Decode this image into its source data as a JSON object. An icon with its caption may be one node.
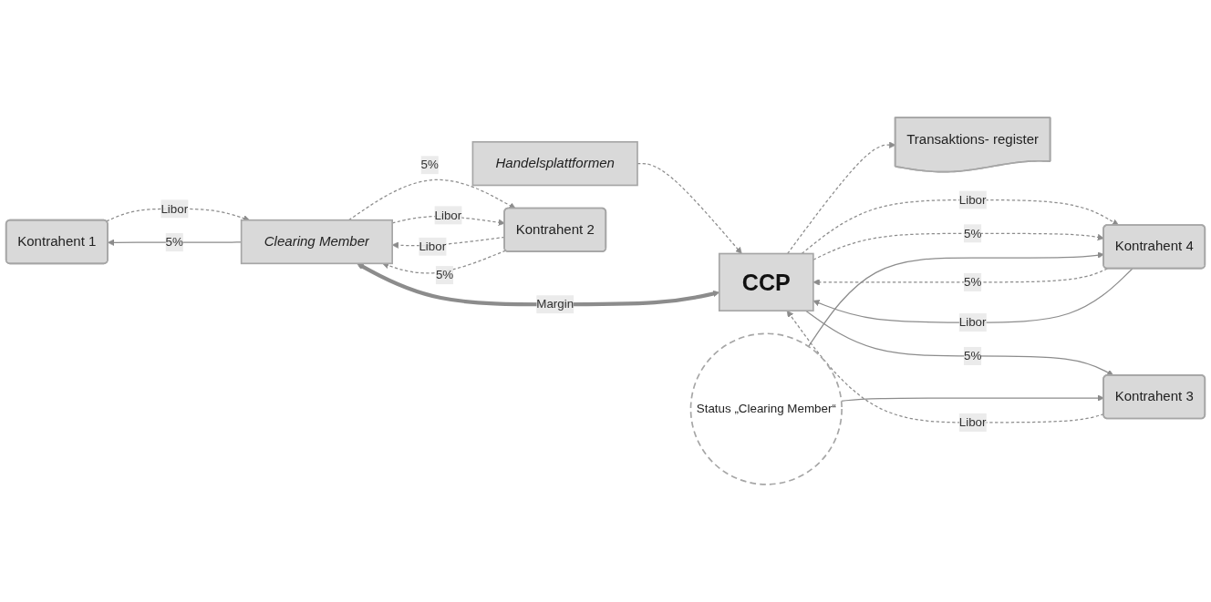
{
  "diagram": {
    "nodes": [
      {
        "text": [
          "Handelsplattformen"
        ]
      },
      {
        "text": [
          "Kontrahent 1"
        ]
      },
      {
        "text": [
          "Kontrahent 2"
        ]
      },
      {
        "text": [
          "Clearing Member"
        ]
      },
      {
        "text": [
          "CCP"
        ]
      },
      {
        "text": [
          "Kontrahent 3"
        ]
      },
      {
        "text": [
          "Kontrahent 4"
        ]
      },
      {
        "text": [
          "Status „Clearing Member“"
        ]
      },
      {
        "text": [
          "Transaktions- register"
        ]
      }
    ],
    "edges": [
      {
        "from": 0,
        "to": 4,
        "arrow": "to",
        "style": "dashed"
      },
      {
        "from": 1,
        "to": 3,
        "arrow": "to",
        "label": "Libor",
        "style": "dashed"
      },
      {
        "from": 3,
        "to": 1,
        "arrow": "to",
        "label": "5%"
      },
      {
        "from": 2,
        "to": 3,
        "arrow": "to",
        "label": "Libor",
        "style": "dashed"
      },
      {
        "from": 3,
        "to": 2,
        "arrow": "to",
        "label": "5%",
        "style": "dashed"
      },
      {
        "from": 2,
        "to": 3,
        "arrow": "to",
        "label": "5%",
        "style": "dashed"
      },
      {
        "from": 3,
        "to": 2,
        "arrow": "to",
        "label": "Libor",
        "style": "dashed"
      },
      {
        "from": 3,
        "to": 4,
        "arrow": "both",
        "label": "Margin",
        "style": "thick"
      },
      {
        "from": 4,
        "to": 5,
        "arrow": "to",
        "label": "5%"
      },
      {
        "from": 5,
        "to": 4,
        "arrow": "to",
        "label": "Libor",
        "style": "dashed"
      },
      {
        "from": 4,
        "to": 6,
        "arrow": "to",
        "label": "Libor",
        "style": "dashed"
      },
      {
        "from": 6,
        "to": 4,
        "arrow": "to",
        "label": "5%",
        "style": "dashed"
      },
      {
        "from": 4,
        "to": 6,
        "arrow": "to",
        "label": "5%",
        "style": "dashed"
      },
      {
        "from": 6,
        "to": 4,
        "arrow": "to",
        "label": "Libor"
      },
      {
        "from": 7,
        "to": 5,
        "arrow": "to"
      },
      {
        "from": 7,
        "to": 6,
        "arrow": "to"
      },
      {
        "from": 4,
        "to": 8,
        "arrow": "to",
        "style": "dashed"
      }
    ]
  }
}
